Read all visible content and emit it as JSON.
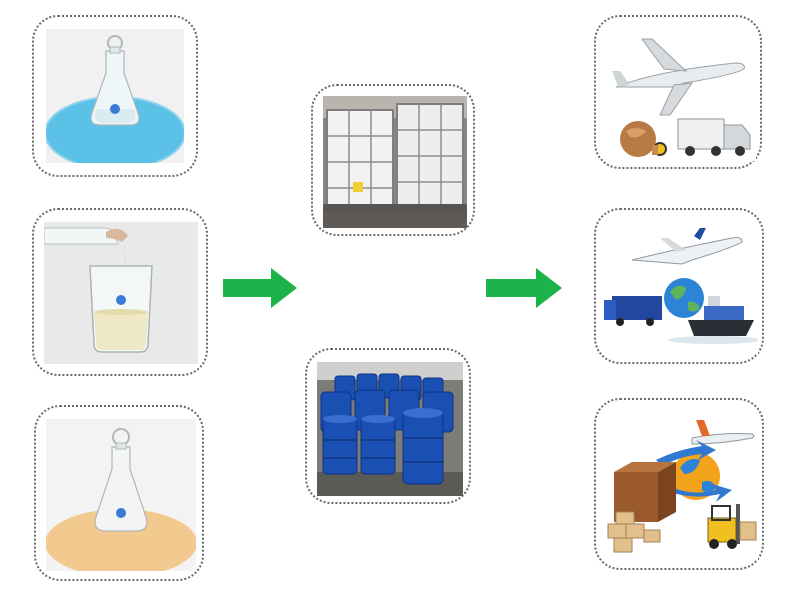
{
  "colors": {
    "arrow": "#1db34a",
    "card_border": "#6a6a6a",
    "blue_mat": "#5bc1e6",
    "tan_mat": "#f2c98f",
    "drum_blue": "#1a4fb3",
    "airplane_white": "#e9ecef",
    "globe_blue": "#2d83d6",
    "globe_orange": "#f3a21b"
  },
  "images": {
    "product_flask_blue": "glass-flask-on-blue-mat",
    "product_beaker": "pouring-into-beaker",
    "product_flask_tan": "glass-flask-on-tan-mat",
    "packaging_ibc": "ibc-tote-containers",
    "packaging_drums": "blue-steel-drums",
    "shipping_air_road": "airplane-and-truck",
    "shipping_global": "plane-globe-truck-ship",
    "shipping_logistics": "globe-boxes-forklift"
  },
  "arrows": [
    "arrow-right",
    "arrow-right"
  ]
}
